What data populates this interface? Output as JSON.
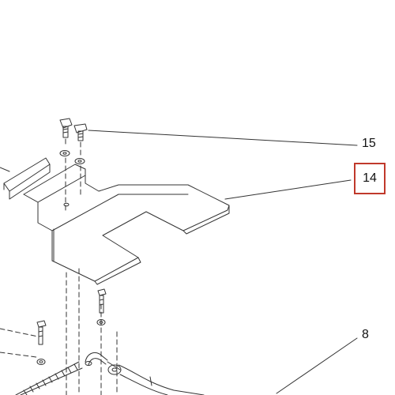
{
  "callouts": {
    "item_15": "15",
    "item_14": "14",
    "item_8": "8"
  },
  "colors": {
    "line": "#333333",
    "highlight_box": "#c0392b",
    "background": "#ffffff"
  },
  "highlighted_callout": "14"
}
